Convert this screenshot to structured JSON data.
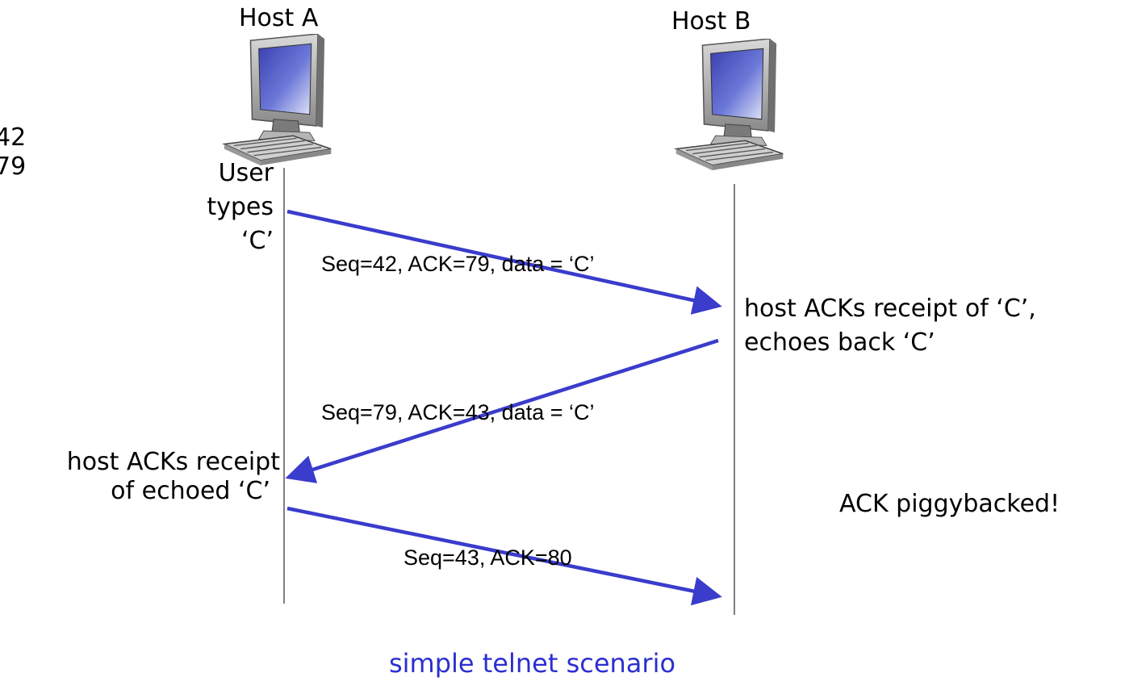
{
  "hosts": {
    "a": {
      "label": "Host A"
    },
    "b": {
      "label": "Host B"
    }
  },
  "left_margin_text": [
    "42",
    "79"
  ],
  "host_a_events": {
    "user_types": [
      "User",
      "types",
      "‘C’"
    ],
    "host_acks_echo": [
      "host ACKs receipt",
      "of echoed ‘C’"
    ]
  },
  "host_b_events": {
    "host_acks": [
      "host ACKs receipt of ‘C’,",
      "echoes back ‘C’"
    ]
  },
  "segments": [
    {
      "label": "Seq=42, ACK=79, data = ‘C’",
      "direction": "A→B"
    },
    {
      "label": "Seq=79, ACK=43, data = ‘C’",
      "direction": "B→A"
    },
    {
      "label": "Seq=43, ACK=80",
      "direction": "A→B"
    }
  ],
  "annotation": "ACK piggybacked!",
  "caption": "simple telnet scenario",
  "colors": {
    "arrow": "#3a3ccc",
    "caption": "#2b2fd0",
    "timeline": "#555555"
  },
  "icons": {
    "host_a": "desktop-computer-icon",
    "host_b": "desktop-computer-icon"
  }
}
